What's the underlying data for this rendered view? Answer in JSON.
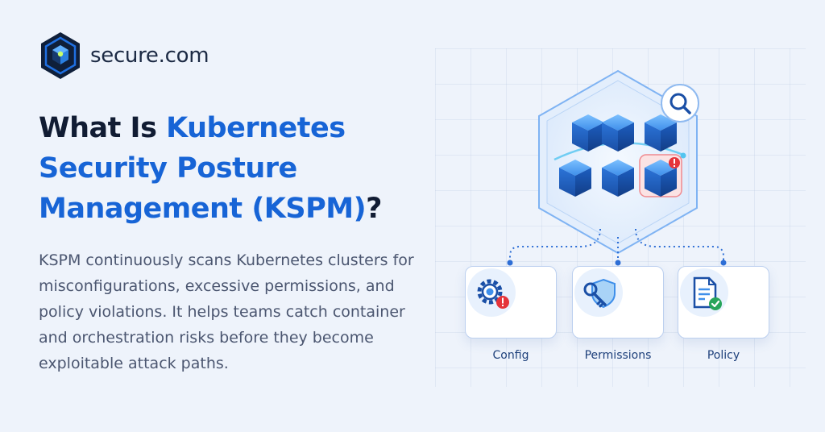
{
  "brand": {
    "name": "secure.com"
  },
  "headline": {
    "prefix": "What Is ",
    "accent_line1": "Kubernetes",
    "accent_line2": "Security Posture",
    "accent_line3": "Management (KSPM)",
    "suffix": "?"
  },
  "description": "KSPM continuously scans Kubernetes clusters for misconfigurations, excessive permissions, and policy violations. It helps teams catch container and orchestration risks before they become exploitable attack paths.",
  "diagram": {
    "cards": [
      {
        "label": "Config",
        "icon": "gear-alert-icon"
      },
      {
        "label": "Permissions",
        "icon": "key-shield-icon"
      },
      {
        "label": "Policy",
        "icon": "document-check-icon"
      }
    ]
  },
  "colors": {
    "accent": "#1764d6",
    "heading": "#111c33",
    "body": "#4b5670",
    "alert": "#e5343a",
    "ok": "#27a55a"
  }
}
